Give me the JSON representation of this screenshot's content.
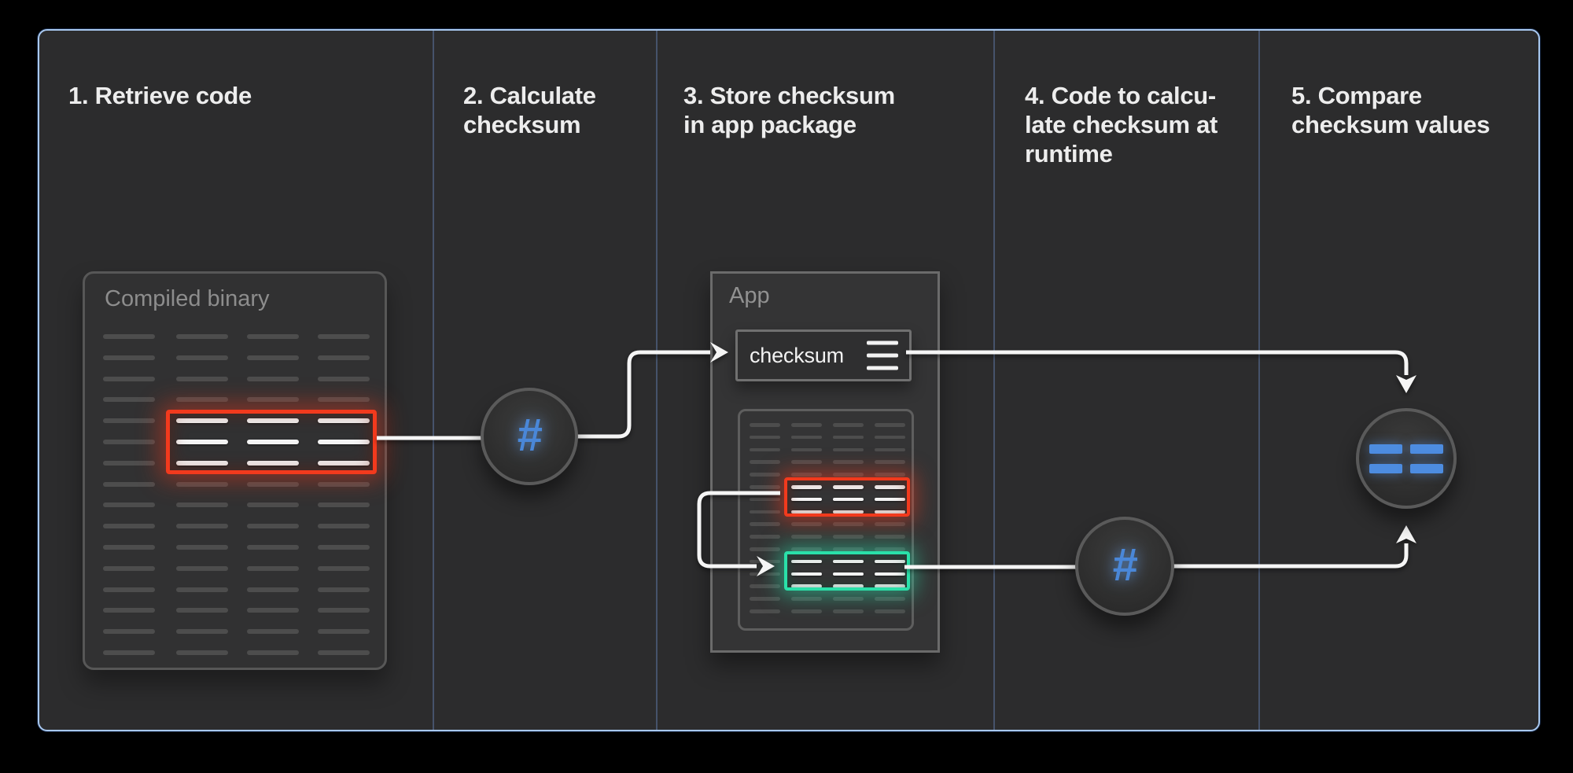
{
  "steps": [
    {
      "label": "1. Retrieve code"
    },
    {
      "label": "2. Calculate\nchecksum"
    },
    {
      "label": "3. Store checksum\nin app package"
    },
    {
      "label": "4. Code to calcu-\nlate checksum at\nruntime"
    },
    {
      "label": "5. Compare\nchecksum values"
    }
  ],
  "compiled_binary": {
    "title": "Compiled binary",
    "grid": {
      "rows": 16,
      "cols": 4,
      "highlights": [
        {
          "rows": [
            4,
            5,
            6
          ],
          "cols": [
            1,
            2,
            3
          ],
          "color": "red"
        }
      ]
    }
  },
  "app_package": {
    "title": "App",
    "checksum": {
      "label": "checksum",
      "icon": "hamburger-menu-icon"
    },
    "code_grid": {
      "rows": 16,
      "cols": 4,
      "highlights": [
        {
          "rows": [
            5,
            6,
            7
          ],
          "cols": [
            1,
            2,
            3
          ],
          "color": "red"
        },
        {
          "rows": [
            11,
            12,
            13
          ],
          "cols": [
            1,
            2,
            3
          ],
          "color": "green"
        }
      ]
    }
  },
  "operators": {
    "hash_source": "#",
    "hash_runtime": "#",
    "equals": "=="
  },
  "palette": {
    "background": "#000000",
    "panel_bg": "#2c2c2d",
    "panel_border": "#a9c9f0",
    "divider": "#46536b",
    "text_primary": "#ededed",
    "text_muted": "#8d8d8d",
    "dash_gray": "#4d4d4d",
    "line_white": "#f5f5f5",
    "accent_red": "#f23a1d",
    "accent_green": "#2ae0a9",
    "accent_blue": "#4a87d8"
  }
}
